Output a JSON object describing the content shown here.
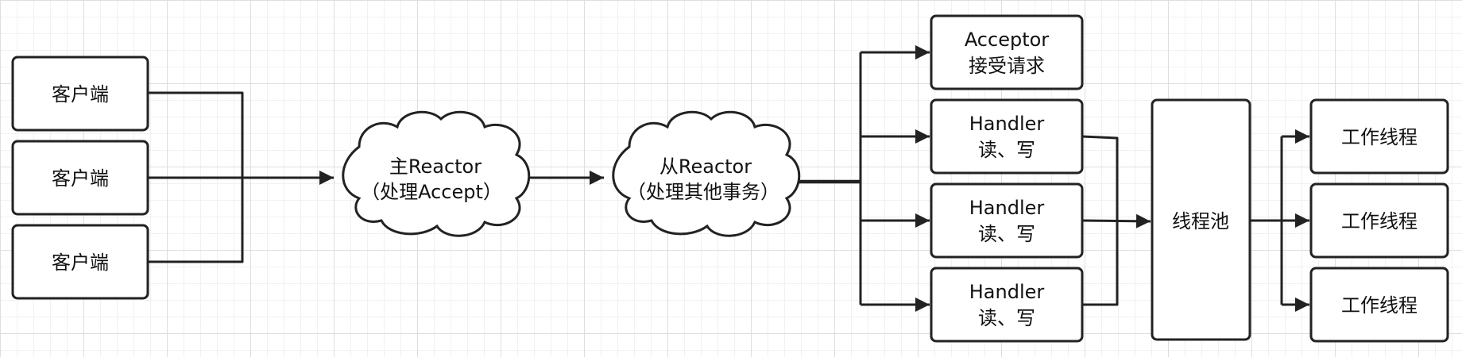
{
  "nodes": {
    "client_1": {
      "label": "客户端"
    },
    "client_2": {
      "label": "客户端"
    },
    "client_3": {
      "label": "客户端"
    },
    "main_reactor": {
      "line1": "主Reactor",
      "line2": "（处理Accept）"
    },
    "sub_reactor": {
      "line1": "从Reactor",
      "line2": "（处理其他事务）"
    },
    "acceptor": {
      "line1": "Acceptor",
      "line2": "接受请求"
    },
    "handler_1": {
      "line1": "Handler",
      "line2": "读、写"
    },
    "handler_2": {
      "line1": "Handler",
      "line2": "读、写"
    },
    "handler_3": {
      "line1": "Handler",
      "line2": "读、写"
    },
    "thread_pool": {
      "label": "线程池"
    },
    "worker_1": {
      "label": "工作线程"
    },
    "worker_2": {
      "label": "工作线程"
    },
    "worker_3": {
      "label": "工作线程"
    }
  },
  "colors": {
    "stroke": "#222222",
    "fill": "#ffffff",
    "text": "#111111"
  }
}
